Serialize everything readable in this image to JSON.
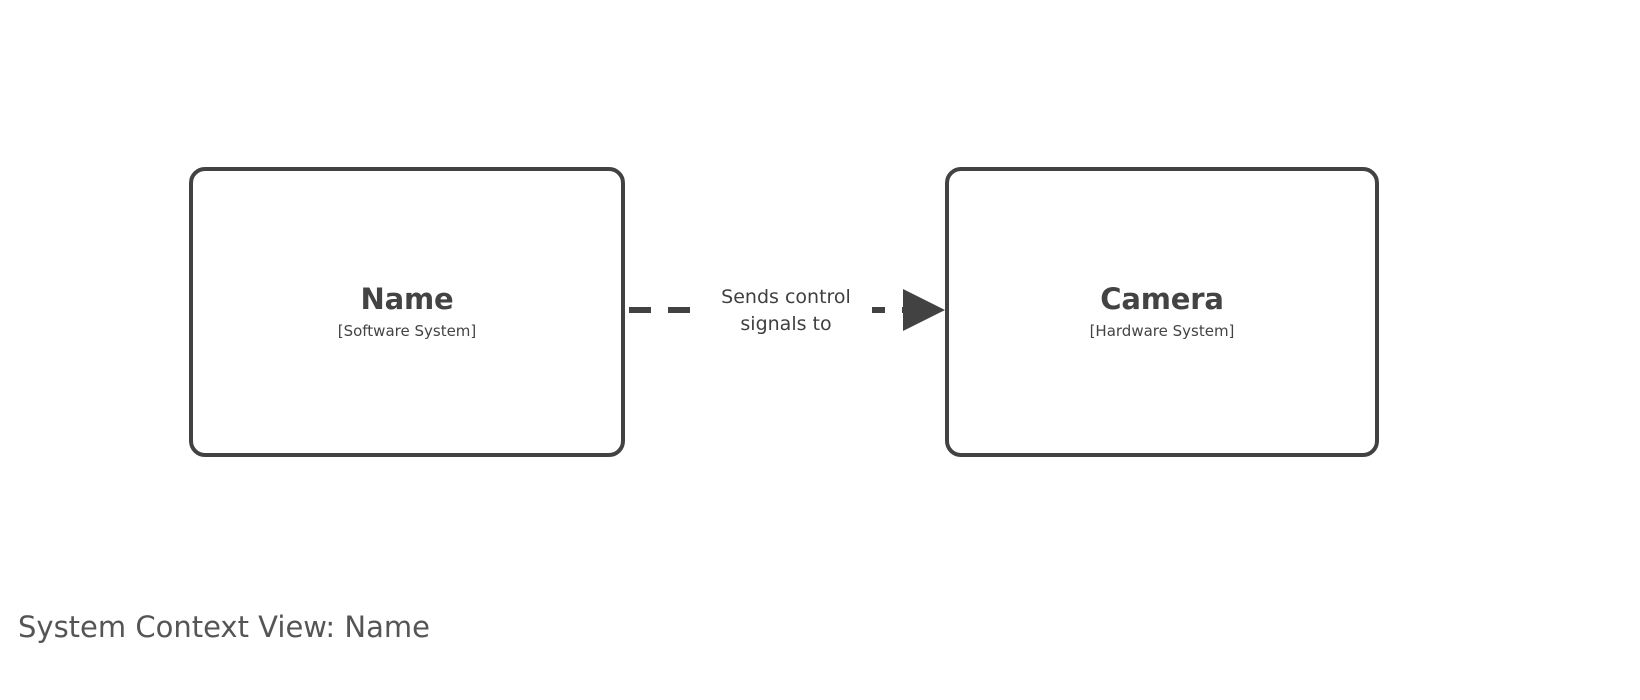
{
  "diagram": {
    "kind": "c4-system-context",
    "background_color": "#ffffff",
    "stroke_color": "#424242",
    "text_color": "#434343",
    "title_color": "#555555",
    "nodes": [
      {
        "id": "software-system",
        "name": "Name",
        "type_label": "[Software System]"
      },
      {
        "id": "hardware-system",
        "name": "Camera",
        "type_label": "[Hardware System]"
      }
    ],
    "relationships": [
      {
        "id": "sends-control-signals",
        "from": "software-system",
        "to": "hardware-system",
        "line_1": "Sends control",
        "line_2": "signals to",
        "style": "dashed",
        "arrow": "filled-triangle"
      }
    ]
  },
  "footer": {
    "view_title": "System Context View: Name"
  }
}
